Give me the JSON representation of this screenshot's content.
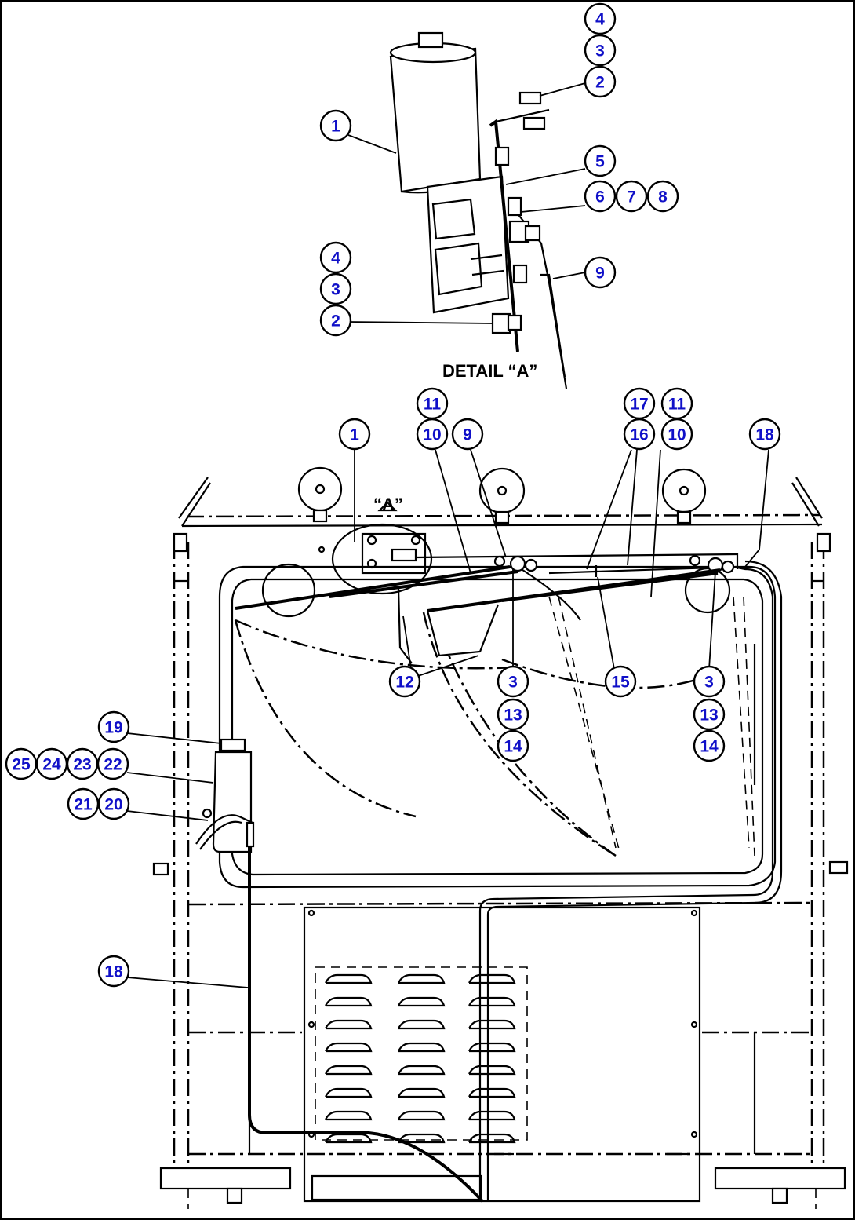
{
  "detail_title": "DETAIL “A”",
  "view_marker": "“A”",
  "label_color": "#1010c8",
  "callouts": [
    {
      "id": "c-d4a",
      "label": "4"
    },
    {
      "id": "c-d3a",
      "label": "3"
    },
    {
      "id": "c-d2a",
      "label": "2"
    },
    {
      "id": "c-d1",
      "label": "1"
    },
    {
      "id": "c-d5",
      "label": "5"
    },
    {
      "id": "c-d6",
      "label": "6"
    },
    {
      "id": "c-d7",
      "label": "7"
    },
    {
      "id": "c-d8",
      "label": "8"
    },
    {
      "id": "c-d4b",
      "label": "4"
    },
    {
      "id": "c-d3b",
      "label": "3"
    },
    {
      "id": "c-d2b",
      "label": "2"
    },
    {
      "id": "c-d9",
      "label": "9"
    },
    {
      "id": "c-11a",
      "label": "11"
    },
    {
      "id": "c-10a",
      "label": "10"
    },
    {
      "id": "c-1",
      "label": "1"
    },
    {
      "id": "c-9",
      "label": "9"
    },
    {
      "id": "c-17",
      "label": "17"
    },
    {
      "id": "c-11b",
      "label": "11"
    },
    {
      "id": "c-16",
      "label": "16"
    },
    {
      "id": "c-10b",
      "label": "10"
    },
    {
      "id": "c-18a",
      "label": "18"
    },
    {
      "id": "c-12",
      "label": "12"
    },
    {
      "id": "c-3a",
      "label": "3"
    },
    {
      "id": "c-13a",
      "label": "13"
    },
    {
      "id": "c-14a",
      "label": "14"
    },
    {
      "id": "c-15",
      "label": "15"
    },
    {
      "id": "c-3b",
      "label": "3"
    },
    {
      "id": "c-13b",
      "label": "13"
    },
    {
      "id": "c-14b",
      "label": "14"
    },
    {
      "id": "c-19",
      "label": "19"
    },
    {
      "id": "c-25",
      "label": "25"
    },
    {
      "id": "c-24",
      "label": "24"
    },
    {
      "id": "c-23",
      "label": "23"
    },
    {
      "id": "c-22",
      "label": "22"
    },
    {
      "id": "c-21",
      "label": "21"
    },
    {
      "id": "c-20",
      "label": "20"
    },
    {
      "id": "c-18b",
      "label": "18"
    }
  ]
}
